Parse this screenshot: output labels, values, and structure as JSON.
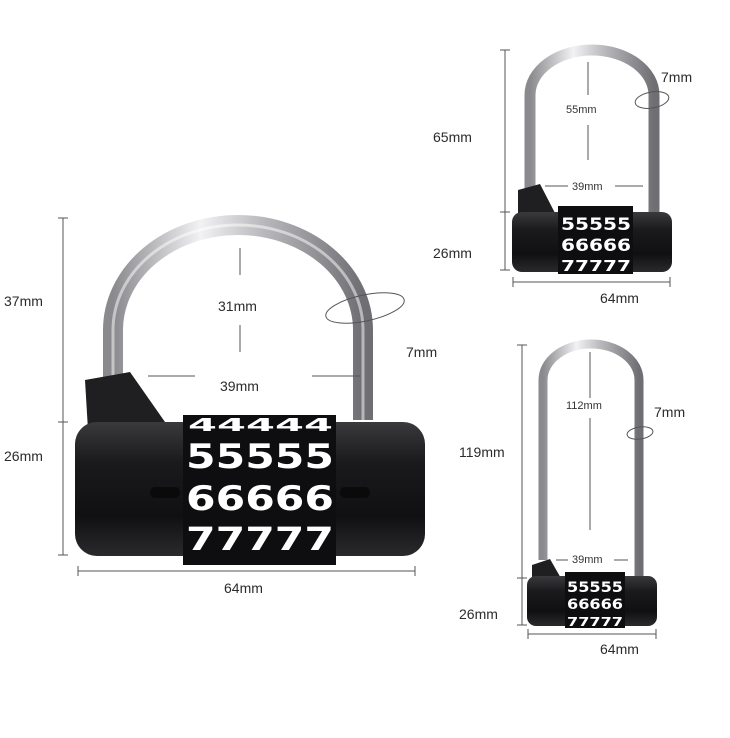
{
  "large_lock": {
    "shackle_height": "37mm",
    "inner_height": "31mm",
    "shackle_diameter": "7mm",
    "inner_width": "39mm",
    "body_height": "26mm",
    "body_width": "64mm",
    "dial_rows": [
      "44444",
      "55555",
      "66666",
      "77777"
    ]
  },
  "medium_lock": {
    "shackle_height": "65mm",
    "inner_height": "55mm",
    "shackle_diameter": "7mm",
    "inner_width": "39mm",
    "body_height": "26mm",
    "body_width": "64mm",
    "dial_rows": [
      "55555",
      "66666",
      "77777"
    ]
  },
  "long_lock": {
    "shackle_height": "119mm",
    "inner_height": "112mm",
    "shackle_diameter": "7mm",
    "inner_width": "39mm",
    "body_height": "26mm",
    "body_width": "64mm",
    "dial_rows": [
      "55555",
      "66666",
      "77777"
    ]
  },
  "colors": {
    "body": "#1c1c1e",
    "shackle": "#c8c8cc",
    "dimension_line": "#555555"
  }
}
